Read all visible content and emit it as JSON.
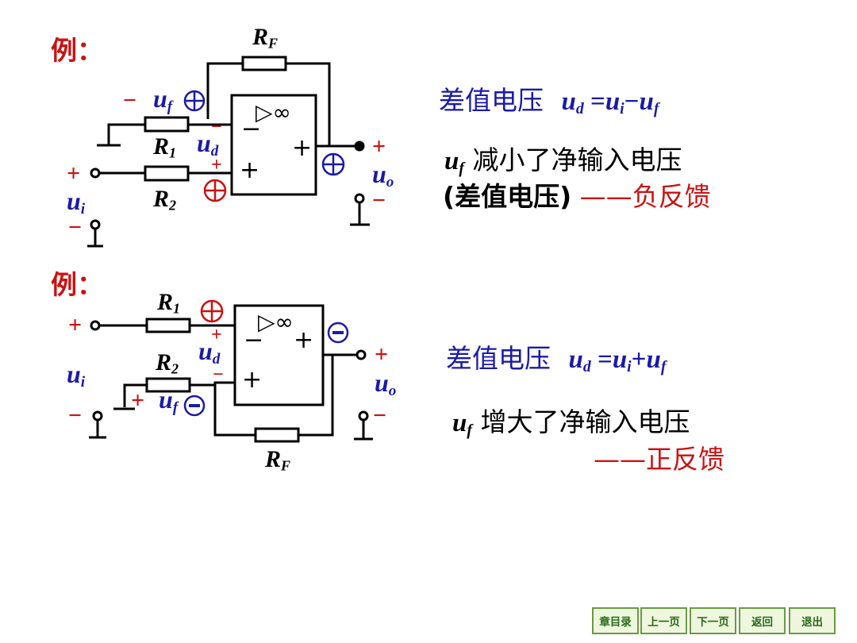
{
  "example_label": "例：",
  "example1": {
    "rf": "R",
    "rf_sub": "F",
    "r1": "R",
    "r1_sub": "1",
    "r2": "R",
    "r2_sub": "2",
    "uf": "u",
    "uf_sub": "f",
    "ud": "u",
    "ud_sub": "d",
    "ui": "u",
    "ui_sub": "i",
    "uo": "u",
    "uo_sub": "o",
    "amp_symbol": "▷∞",
    "minus": "−",
    "plus": "+"
  },
  "example2": {
    "rf": "R",
    "rf_sub": "F",
    "r1": "R",
    "r1_sub": "1",
    "r2": "R",
    "r2_sub": "2",
    "uf": "u",
    "uf_sub": "f",
    "ud": "u",
    "ud_sub": "d",
    "ui": "u",
    "ui_sub": "i",
    "uo": "u",
    "uo_sub": "o",
    "amp_symbol": "▷∞"
  },
  "text1": {
    "diff_label": "差值电压",
    "eq_u": "u",
    "eq_d": "d",
    "eq_equals": " =",
    "eq_ui": "u",
    "eq_i": "i",
    "eq_op": "−",
    "eq_uf": "u",
    "eq_f": "f",
    "line2_u": "u",
    "line2_f": "f",
    "line2_text": " 减小了净输入电压",
    "line3_text": "(差值电压)",
    "line3_result": "——负反馈"
  },
  "text2": {
    "diff_label": "差值电压",
    "eq_u": "u",
    "eq_d": "d",
    "eq_equals": " =",
    "eq_ui": "u",
    "eq_i": "i",
    "eq_op": "+",
    "eq_uf": "u",
    "eq_f": "f",
    "line2_u": "u",
    "line2_f": "f",
    "line2_text": " 增大了净输入电压",
    "line3_result": "——正反馈"
  },
  "nav": {
    "chapter_toc": "章目录",
    "prev_page": "上一页",
    "next_page": "下一页",
    "back": "返回",
    "exit": "退出"
  },
  "colors": {
    "red": "#cc1111",
    "blue": "#1a1aa8",
    "nav_bg": "#eef6dd",
    "nav_border": "#6a9a44"
  }
}
